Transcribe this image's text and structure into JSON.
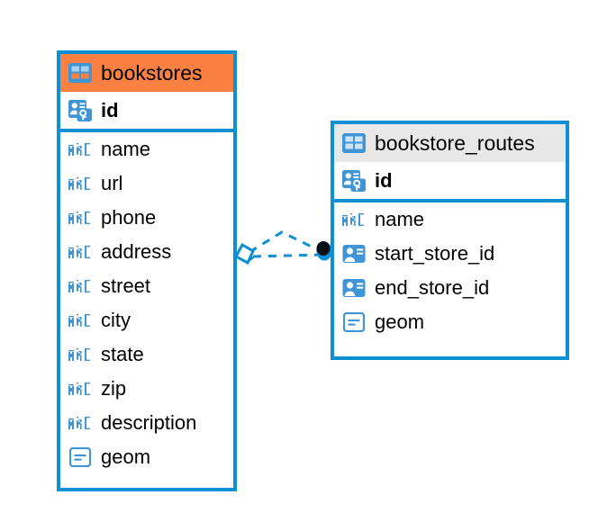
{
  "diagram": {
    "type": "entity-relationship-diagram",
    "colors": {
      "border_blue": "#0d8fd4",
      "header_orange": "#fa8141",
      "header_gray": "#e8e8e8",
      "icon_blue": "#3f95d6",
      "connector_blue": "#0d8fd4",
      "endpoint_dark": "#0d0d14",
      "background": "#ffffff"
    },
    "entities": [
      {
        "name": "bookstores",
        "header_style": "orange",
        "table_icon": "table-icon",
        "primary_key": {
          "label": "id",
          "icon": "primary-key-icon"
        },
        "fields": [
          {
            "label": "name",
            "icon": "abc-text-icon"
          },
          {
            "label": "url",
            "icon": "abc-text-icon"
          },
          {
            "label": "phone",
            "icon": "abc-text-icon"
          },
          {
            "label": "address",
            "icon": "abc-text-icon"
          },
          {
            "label": "street",
            "icon": "abc-text-icon"
          },
          {
            "label": "city",
            "icon": "abc-text-icon"
          },
          {
            "label": "state",
            "icon": "abc-text-icon"
          },
          {
            "label": "zip",
            "icon": "abc-text-icon"
          },
          {
            "label": "description",
            "icon": "abc-text-icon"
          },
          {
            "label": "geom",
            "icon": "geometry-icon"
          }
        ]
      },
      {
        "name": "bookstore_routes",
        "header_style": "gray",
        "table_icon": "table-icon",
        "primary_key": {
          "label": "id",
          "icon": "primary-key-icon"
        },
        "fields": [
          {
            "label": "name",
            "icon": "abc-text-icon"
          },
          {
            "label": "start_store_id",
            "icon": "foreign-key-icon"
          },
          {
            "label": "end_store_id",
            "icon": "foreign-key-icon"
          },
          {
            "label": "geom",
            "icon": "geometry-icon"
          }
        ]
      }
    ],
    "relationship": {
      "source_entity": "bookstores",
      "target_entity": "bookstore_routes",
      "source_endpoint": "diamond-marker",
      "target_endpoint": "filled-circle-marker",
      "line_style": "dashed"
    }
  }
}
